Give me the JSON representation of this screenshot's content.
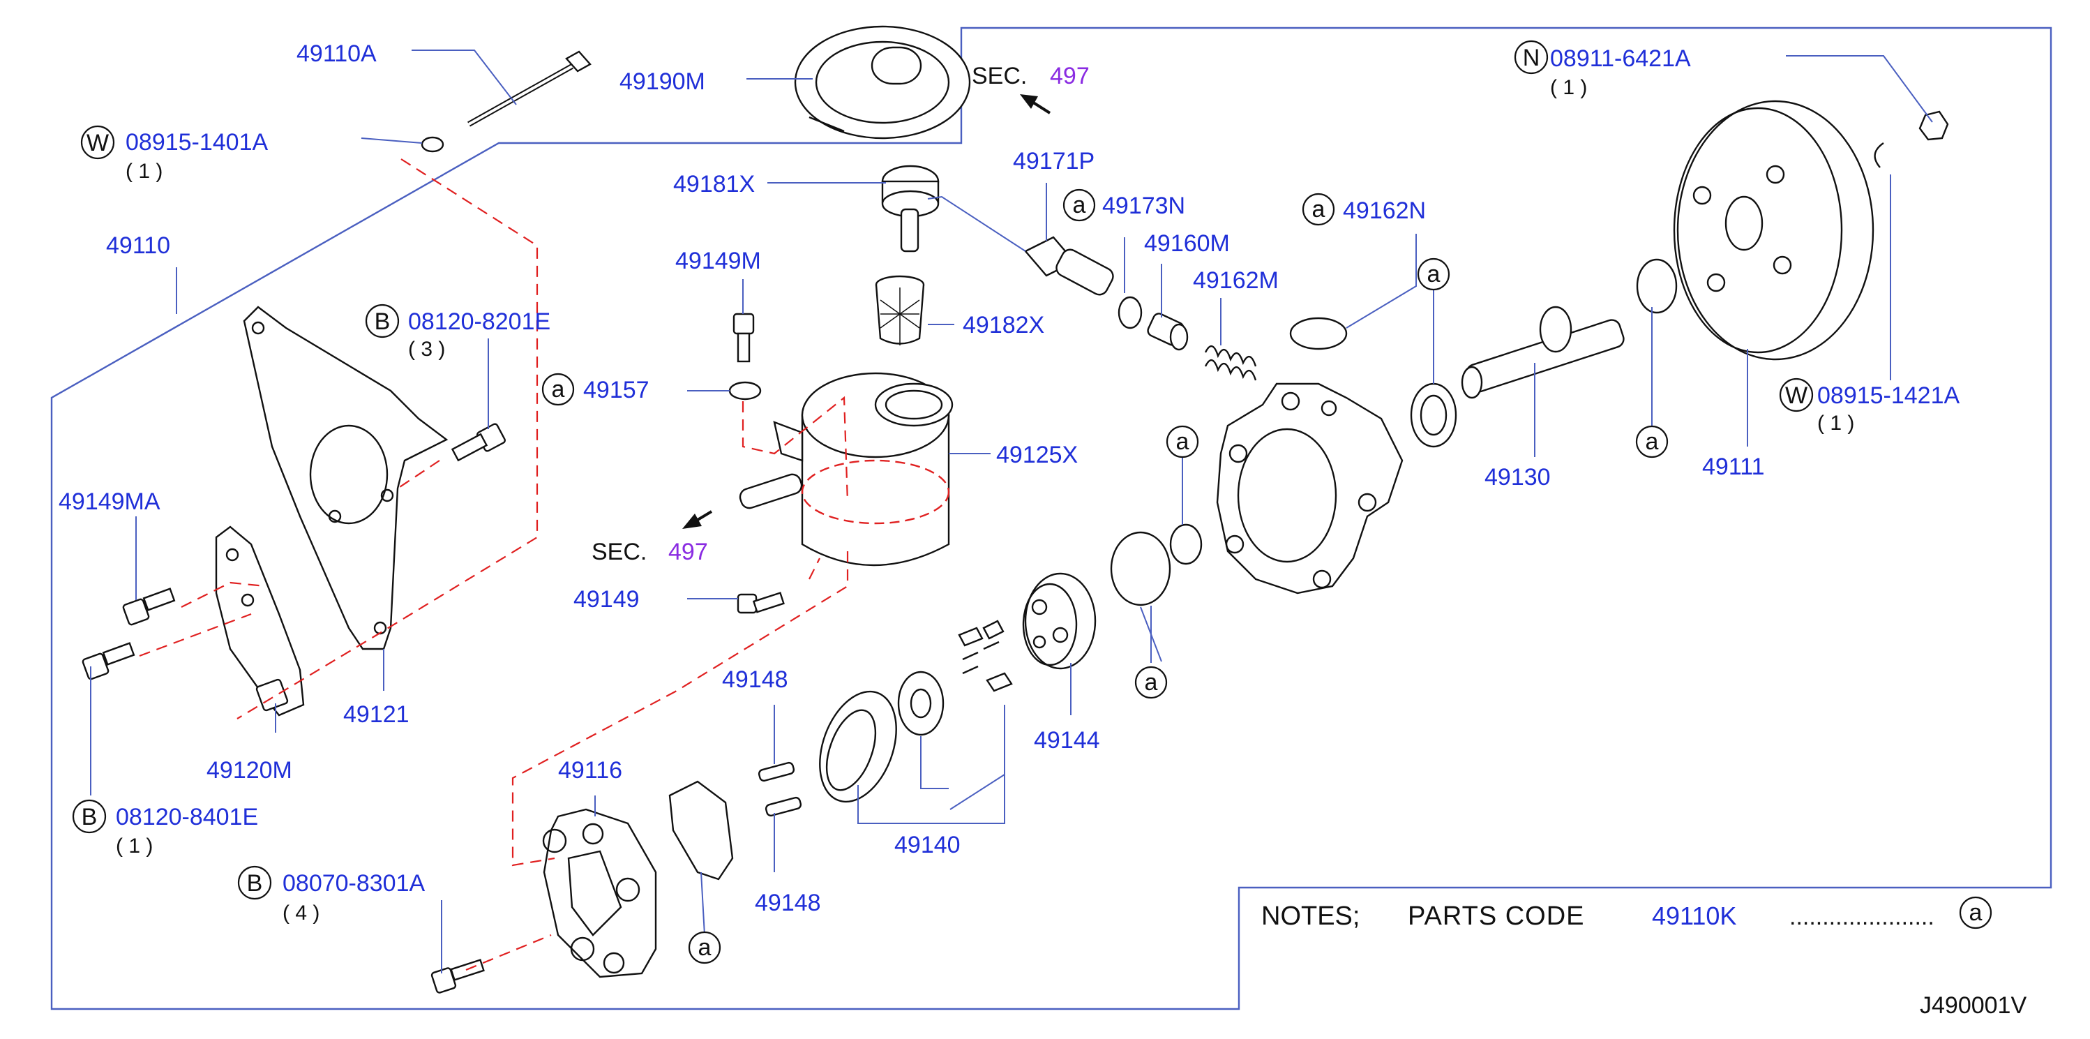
{
  "labels": {
    "p49110A": "49110A",
    "p49190M": "49190M",
    "sec_top": "SEC.",
    "sec_top_num": "497",
    "w1_code": "08915-1401A",
    "w1_qty": "( 1 )",
    "p49181X": "49181X",
    "p49171P": "49171P",
    "p49173N": "49173N",
    "p49162N": "49162N",
    "n_code": "08911-6421A",
    "n_qty": "( 1 )",
    "p49110": "49110",
    "p49149M": "49149M",
    "p49160M": "49160M",
    "p49162M": "49162M",
    "b1_code": "08120-8201E",
    "b1_qty": "( 3 )",
    "p49182X": "49182X",
    "p49157": "49157",
    "p49125X": "49125X",
    "w2_code": "08915-1421A",
    "w2_qty": "( 1 )",
    "p49130": "49130",
    "p49111": "49111",
    "p49149MA": "49149MA",
    "sec_bot": "SEC.",
    "sec_bot_num": "497",
    "p49149": "49149",
    "p49121": "49121",
    "p49148a": "49148",
    "p49144": "49144",
    "p49120M": "49120M",
    "b2_code": "08120-8401E",
    "b2_qty": "( 1 )",
    "p49116": "49116",
    "p49140": "49140",
    "p49148b": "49148",
    "b3_code": "08070-8301A",
    "b3_qty": "( 4 )",
    "notes": "NOTES;",
    "parts_code": "PARTS CODE",
    "note_code": "49110K",
    "note_dots": "......................",
    "diagram_id": "J490001V"
  },
  "markers": {
    "W": "W",
    "N": "N",
    "B": "B",
    "a": "a"
  },
  "colors": {
    "label": "#1f2fd8",
    "leader": "#4a5fc0",
    "dashed": "#e02020",
    "section_ref": "#8a2be2"
  }
}
